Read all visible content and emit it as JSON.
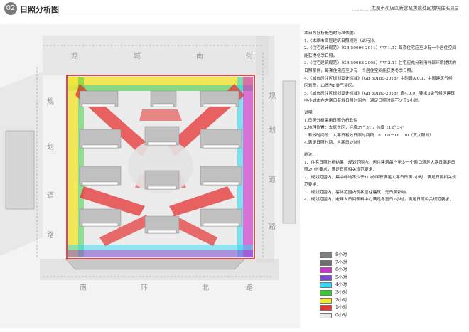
{
  "header": {
    "badge": "02",
    "title": "日照分析图",
    "project": "太原市小店区新营及黄陵社区地块住宅项目",
    "project_en": "Land Above Project for Huang Ji Xiaoqiao Community Xiaodian District, Taiyuan"
  },
  "map": {
    "road_labels": [
      "龙",
      "城",
      "南",
      "街",
      "规",
      "划",
      "道",
      "路",
      "南",
      "环",
      "北",
      "路",
      "规",
      "划",
      "道",
      "路"
    ]
  },
  "info": {
    "title": "本日照分析报告的标准依据:",
    "basis": [
      "1.《太原市高层建筑日照规则（试行）》。",
      "2.《住宅设计规范》（GB 50096-2011）中7.1.1：每套住宅应至少有一个居住空间能获得冬季日照。",
      "3.《住宅建筑规范》（GB 50068-2005）中7.2.1：住宅应充分利用外部环境提供的日照条件，每套住宅应至少有一个居住空间能获得冬季日照。",
      "4.《城市居住区规划设计标准》（GB 50180-2018）中附录A.0.1：中国建筑气候区划图，山西为Ⅱ类气候区。",
      "5.《城市居住区规划设计标准》（GB 50180-2018）表4.0.9：要求Ⅱ类气候区建筑中小城市在大寒日有效日照时间内，满足日照时间不少于2小时。"
    ],
    "notes_title": "说明:",
    "notes": [
      "1.日照分析采用日照分析软件",
      "2.地理位置：太原市区，经度37° 51′，纬度 112° 34′",
      "3.有效时间段：大寒日有效日照时间段：8：00－16：00（真太阳时）",
      "4.满足日照时间：大寒日2小时"
    ],
    "conclusion_title": "结论:",
    "conclusions": [
      "1、住宅日照分析结果：规划范围内，居住建筑每户至少一个窗口满足大寒日满足日照2小时要求，满足日照相关规范要求；",
      "2、规划范围内，集中绿地不少于1/3的面积满足大寒日日照2小时，满足日照相关规范要求；",
      "3、规划范围内，客体范围内现状居住建筑，无日照影响。",
      "4、规划范围内，老年人日间照料中心满足冬至日2小时，满足日照相关规范要求；"
    ]
  },
  "legend": [
    {
      "label": "8小时",
      "color": "#808080"
    },
    {
      "label": "7小时",
      "color": "#6e6e6e"
    },
    {
      "label": "6小时",
      "color": "#cc33cc"
    },
    {
      "label": "5小时",
      "color": "#7a4bd6"
    },
    {
      "label": "4小时",
      "color": "#33d9f2"
    },
    {
      "label": "3小时",
      "color": "#33cc33"
    },
    {
      "label": "2小时",
      "color": "#f2e633"
    },
    {
      "label": "1小时",
      "color": "#e63333"
    },
    {
      "label": "0小时",
      "color": "#e8e8e8"
    }
  ]
}
